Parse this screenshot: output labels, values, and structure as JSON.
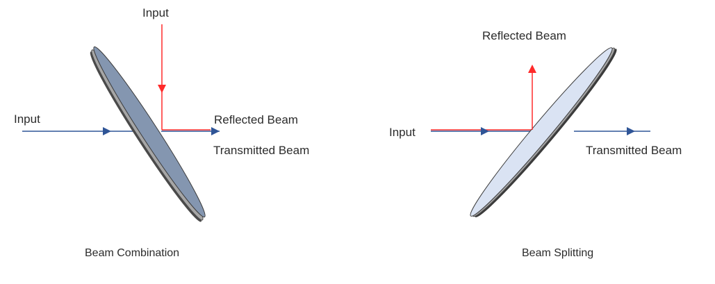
{
  "colors": {
    "red_beam": "#ff2a2a",
    "blue_beam": "#2f5597",
    "combiner_face": "#8496b0",
    "combiner_edge": "#a6a6a6",
    "splitter_face": "#dae3f3",
    "splitter_edge": "#a6a6a6",
    "text": "#2b2b2b"
  },
  "left_panel": {
    "input_top_label": "Input",
    "input_left_label": "Input",
    "reflected_label": "Reflected Beam",
    "transmitted_label": "Transmitted Beam",
    "caption": "Beam Combination"
  },
  "right_panel": {
    "reflected_label": "Reflected Beam",
    "input_label": "Input",
    "transmitted_label": "Transmitted Beam",
    "caption": "Beam Splitting"
  }
}
